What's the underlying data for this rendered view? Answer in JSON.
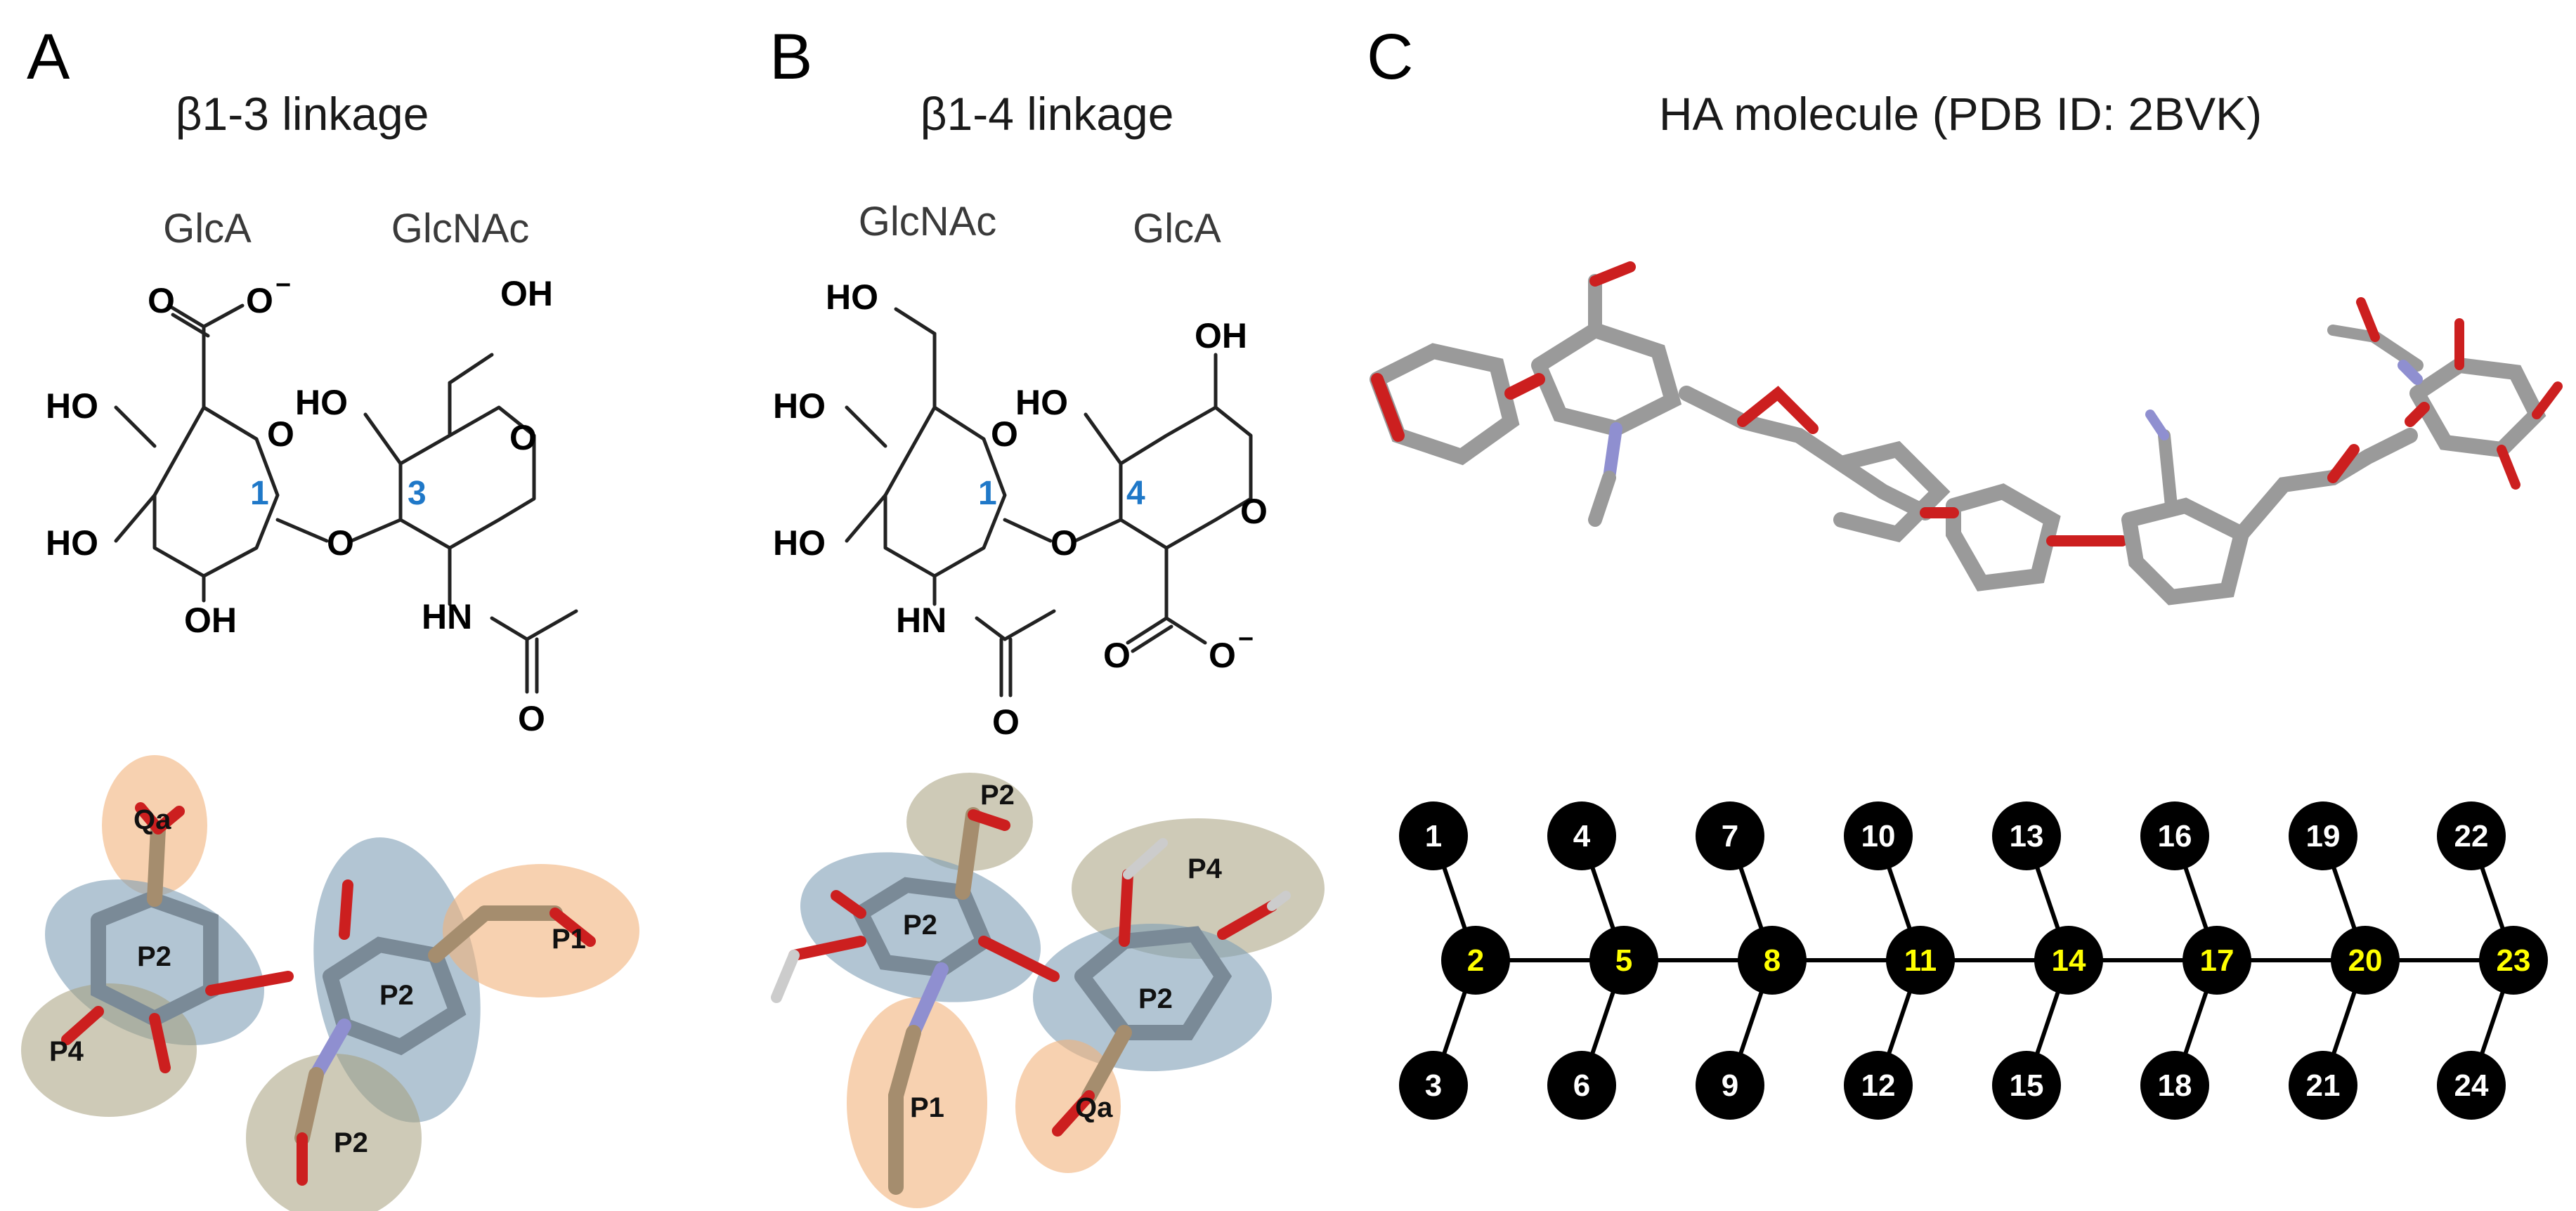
{
  "panels": {
    "a": {
      "letter": "A",
      "title": "β1-3 linkage",
      "left_sugar": "GlcA",
      "right_sugar": "GlcNAc",
      "locant_left": "1",
      "locant_right": "3",
      "atoms": {
        "o": "O",
        "o_minus": "−",
        "oh": "OH",
        "ho": "HO",
        "hn": "HN"
      },
      "beads": {
        "qa": "Qa",
        "p2_left": "P2",
        "p4": "P4",
        "p2_center": "P2",
        "p1": "P1",
        "p2_bottom": "P2"
      }
    },
    "b": {
      "letter": "B",
      "title": "β1-4 linkage",
      "left_sugar": "GlcNAc",
      "right_sugar": "GlcA",
      "locant_left": "1",
      "locant_right": "4",
      "atoms": {
        "o": "O",
        "o_minus": "−",
        "oh": "OH",
        "ho": "HO",
        "hn": "HN"
      },
      "beads": {
        "p2_top": "P2",
        "p2_left": "P2",
        "p4": "P4",
        "p2_right": "P2",
        "p1": "P1",
        "qa": "Qa"
      }
    },
    "c": {
      "letter": "C",
      "title": "HA molecule (PDB ID: 2BVK)",
      "backbone_nodes": [
        "2",
        "5",
        "8",
        "11",
        "14",
        "17",
        "20",
        "23"
      ],
      "top_nodes": [
        "1",
        "4",
        "7",
        "10",
        "13",
        "16",
        "19",
        "22"
      ],
      "bottom_nodes": [
        "3",
        "6",
        "9",
        "12",
        "15",
        "18",
        "21",
        "24"
      ]
    }
  },
  "colors": {
    "bead_blue": "#7f9fb5",
    "bead_tan": "#a69f7c",
    "bead_orange": "#f2b27c",
    "backbone_node_text": "#ffff00",
    "side_node_text": "#ffffff",
    "node_fill": "#000000",
    "locant_blue": "#1f78c8",
    "oxygen_red": "#cc1f1f",
    "nitrogen_blue": "#8f8fd0",
    "carbon_gray": "#8a8a8a"
  }
}
